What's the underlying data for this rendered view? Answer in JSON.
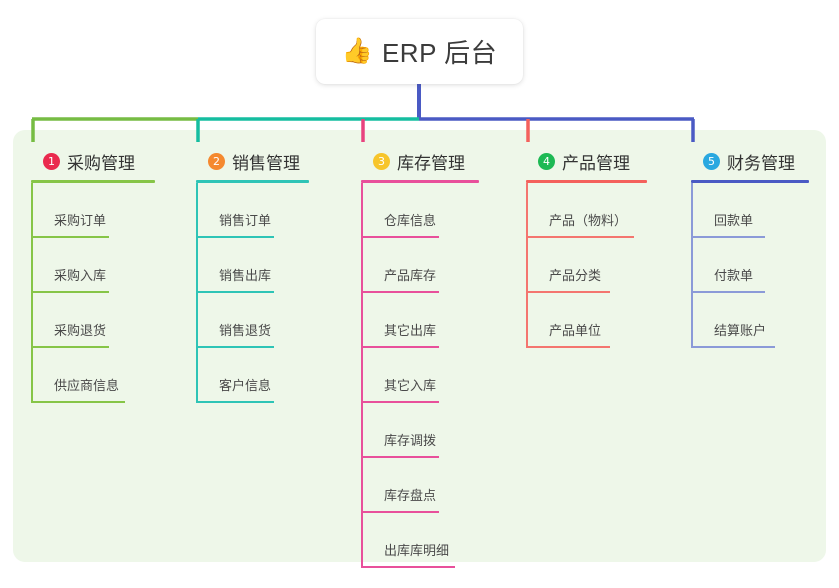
{
  "root": {
    "icon": "thumbs-up-emoji",
    "emoji": "👍",
    "title": "ERP 后台"
  },
  "theme": {
    "panel_bg": "#eef7e9",
    "page_bg": "#ffffff",
    "card_bg": "#ffffff",
    "title_color": "#3b3b3b",
    "leaf_text_color": "#4a4a4a",
    "trunk_color": "#4a5ac4"
  },
  "bus": {
    "segment_colors": [
      "#76bc43",
      "#15bda0",
      "#4a5ac4"
    ]
  },
  "columns": [
    {
      "number": "1",
      "badge_glyph": "❶",
      "badge_color": "#ea2a4e",
      "title": "采购管理",
      "rule_color": "#86c547",
      "line_color": "#86c547",
      "drop_color": "#76bc43",
      "width": 124,
      "items": [
        {
          "label": "采购订单",
          "rule_width": 78
        },
        {
          "label": "采购入库",
          "rule_width": 78
        },
        {
          "label": "采购退货",
          "rule_width": 78
        },
        {
          "label": "供应商信息",
          "rule_width": 94
        }
      ]
    },
    {
      "number": "2",
      "badge_glyph": "❷",
      "badge_color": "#f5892f",
      "title": "销售管理",
      "rule_color": "#2ec4b6",
      "line_color": "#2ec4b6",
      "drop_color": "#15bda0",
      "width": 113,
      "items": [
        {
          "label": "销售订单",
          "rule_width": 78
        },
        {
          "label": "销售出库",
          "rule_width": 78
        },
        {
          "label": "销售退货",
          "rule_width": 78
        },
        {
          "label": "客户信息",
          "rule_width": 78
        }
      ]
    },
    {
      "number": "3",
      "badge_glyph": "❸",
      "badge_color": "#f7c52b",
      "title": "库存管理",
      "rule_color": "#e8509b",
      "line_color": "#e8509b",
      "drop_color": "#e8437f",
      "width": 118,
      "items": [
        {
          "label": "仓库信息",
          "rule_width": 78
        },
        {
          "label": "产品库存",
          "rule_width": 78
        },
        {
          "label": "其它出库",
          "rule_width": 78
        },
        {
          "label": "其它入库",
          "rule_width": 78
        },
        {
          "label": "库存调拨",
          "rule_width": 78
        },
        {
          "label": "库存盘点",
          "rule_width": 78
        },
        {
          "label": "出库库明细",
          "rule_width": 94
        }
      ]
    },
    {
      "number": "4",
      "badge_glyph": "❹",
      "badge_color": "#1db954",
      "title": "产品管理",
      "rule_color": "#f4615c",
      "line_color": "#f4756f",
      "drop_color": "#f4615c",
      "width": 121,
      "items": [
        {
          "label": "产品（物料）",
          "rule_width": 108
        },
        {
          "label": "产品分类",
          "rule_width": 84
        },
        {
          "label": "产品单位",
          "rule_width": 84
        }
      ]
    },
    {
      "number": "5",
      "badge_glyph": "❺",
      "badge_color": "#29a8e0",
      "title": "财务管理",
      "rule_color": "#4a5ac4",
      "line_color": "#8b9ad8",
      "drop_color": "#4a5ac4",
      "width": 118,
      "items": [
        {
          "label": "回款单",
          "rule_width": 74
        },
        {
          "label": "付款单",
          "rule_width": 74
        },
        {
          "label": "结算账户",
          "rule_width": 84
        }
      ]
    }
  ]
}
